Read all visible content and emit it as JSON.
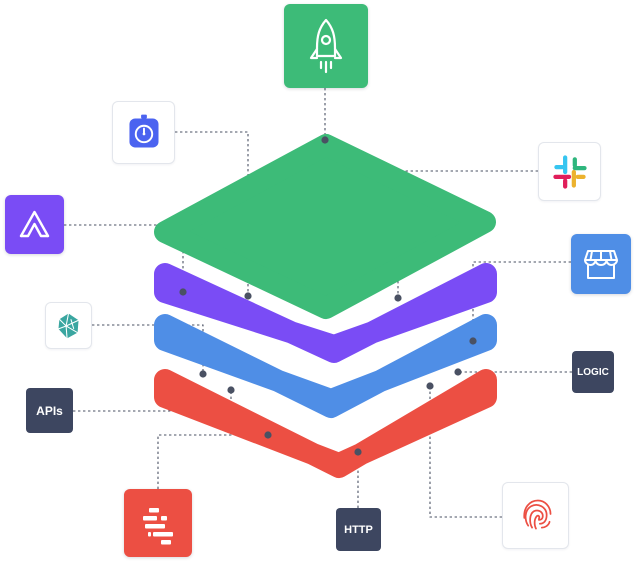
{
  "colors": {
    "green_layer": "#3dbb78",
    "purple_layer": "#7a4cf5",
    "blue_layer": "#4f8ee6",
    "red_layer": "#ec4f43",
    "connector_line": "#4a5163",
    "label_tile_bg": "#3d4660",
    "label_tile_text": "#ffffff"
  },
  "stack_layers": [
    "green-layer",
    "purple-layer",
    "blue-layer",
    "red-layer"
  ],
  "integration_tiles": [
    {
      "icon": "rocket-icon",
      "color": "#3dbb78"
    },
    {
      "icon": "stopwatch-icon",
      "color": "#4b63f0"
    },
    {
      "icon": "slack-icon",
      "color": "multicolor"
    },
    {
      "icon": "airtable-a-icon",
      "color": "#7a4cf5"
    },
    {
      "icon": "storefront-icon",
      "color": "#4f8ee6"
    },
    {
      "icon": "netlify-crystal-icon",
      "color": "#3aa6a0"
    },
    {
      "icon": "stripe-s-icon",
      "color": "#ec4f43"
    },
    {
      "icon": "fingerprint-icon",
      "color": "#ec4f43"
    }
  ],
  "labels": {
    "apis": "APIs",
    "logic": "LOGIC",
    "http": "HTTP"
  }
}
